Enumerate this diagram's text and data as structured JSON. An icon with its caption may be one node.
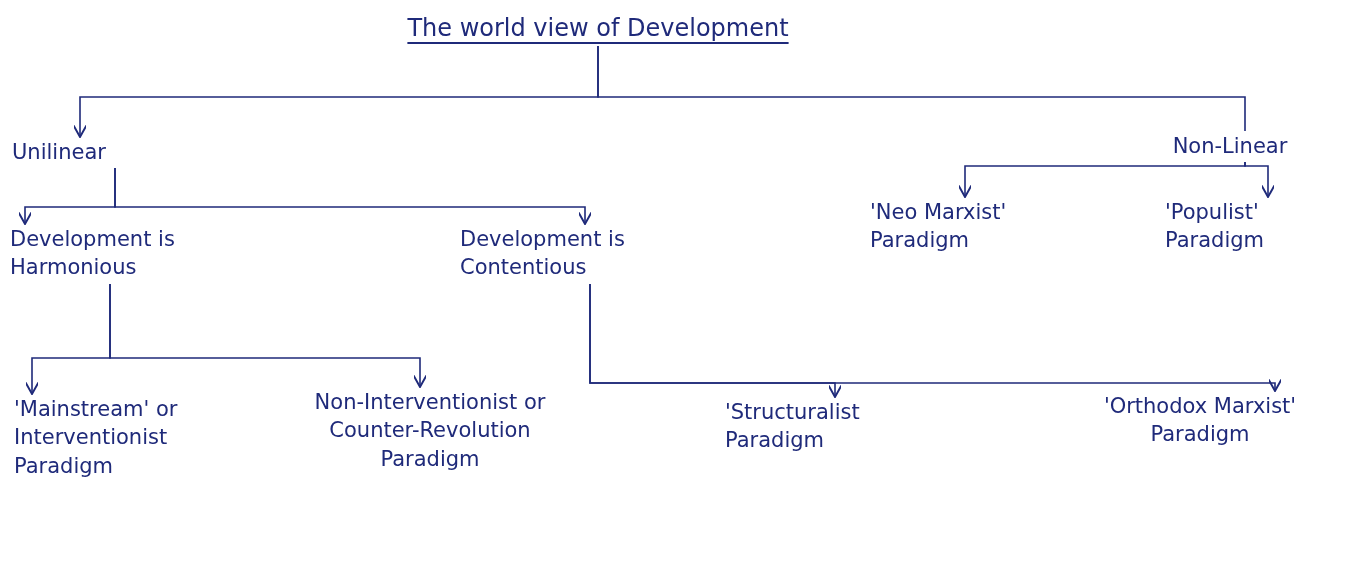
{
  "diagram": {
    "nodes": [
      {
        "text": [
          "The world view of Development"
        ]
      },
      {
        "text": [
          "Unilinear"
        ]
      },
      {
        "text": [
          "Non-Linear"
        ]
      },
      {
        "text": [
          "Development is Harmonious"
        ]
      },
      {
        "text": [
          "Development is Contentious"
        ]
      },
      {
        "text": [
          "'Neo Marxist' Paradigm"
        ]
      },
      {
        "text": [
          "'Populist' Paradigm"
        ]
      },
      {
        "text": [
          "'Mainstream' or Interventionist Paradigm"
        ]
      },
      {
        "text": [
          "Non-Interventionist or Counter-Revolution Paradigm"
        ]
      },
      {
        "text": [
          "'Structuralist Paradigm"
        ]
      },
      {
        "text": [
          "'Orthodox Marxist' Paradigm"
        ]
      }
    ],
    "edges": [
      {
        "from": 0,
        "to": 1,
        "arrow": "to"
      },
      {
        "from": 0,
        "to": 2,
        "arrow": "none"
      },
      {
        "from": 1,
        "to": 3,
        "arrow": "to"
      },
      {
        "from": 1,
        "to": 4,
        "arrow": "to"
      },
      {
        "from": 2,
        "to": 5,
        "arrow": "to"
      },
      {
        "from": 2,
        "to": 6,
        "arrow": "to"
      },
      {
        "from": 3,
        "to": 7,
        "arrow": "to"
      },
      {
        "from": 3,
        "to": 8,
        "arrow": "to"
      },
      {
        "from": 4,
        "to": 9,
        "arrow": "to"
      },
      {
        "from": 4,
        "to": 10,
        "arrow": "to"
      }
    ]
  }
}
